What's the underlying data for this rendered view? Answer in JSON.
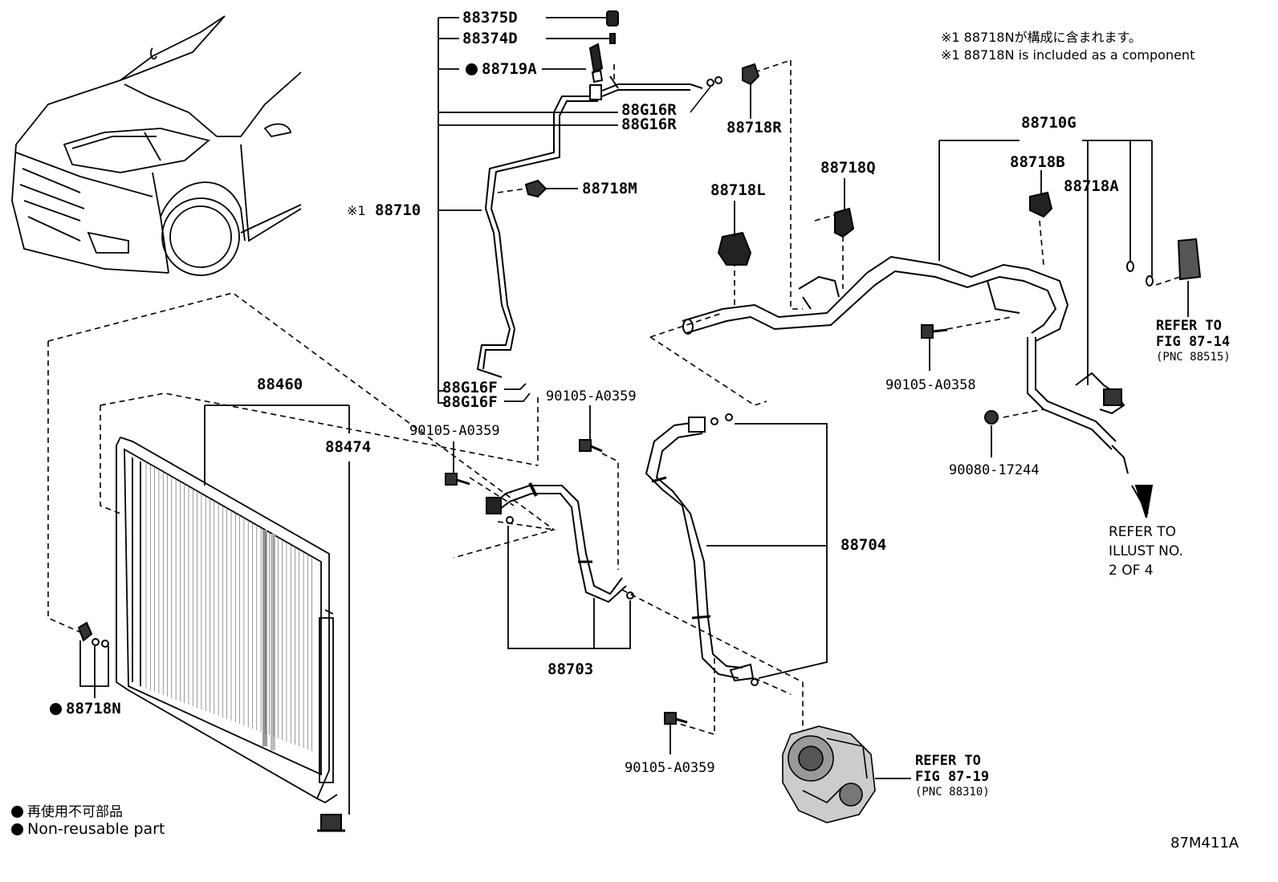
{
  "figure_code": "87M411A",
  "notes": {
    "line1": "※1 88718Nが構成に含まれます。",
    "line2": "※1 88718N is included as a component"
  },
  "legend": {
    "ja": "再使用不可部品",
    "en": "Non-reusable part"
  },
  "parts": {
    "p88375D": "88375D",
    "p88374D": "88374D",
    "p88719A": "88719A",
    "p88G16R_1": "88G16R",
    "p88G16R_2": "88G16R",
    "p88718R": "88718R",
    "p88718M": "88718M",
    "p88710_prefix": "※1",
    "p88710": "88710",
    "p88G16F_1": "88G16F",
    "p88G16F_2": "88G16F",
    "p90105_a": "90105-A0359",
    "p90105_b": "90105-A0359",
    "p90105_c": "90105-A0359",
    "p90105_d": "90105-A0358",
    "p88710G": "88710G",
    "p88718B": "88718B",
    "p88718A": "88718A",
    "p88718Q": "88718Q",
    "p88718L": "88718L",
    "p88460": "88460",
    "p88474": "88474",
    "p88718N": "88718N",
    "p88703": "88703",
    "p88704": "88704",
    "p90080": "90080-17244"
  },
  "references": {
    "fig8714": {
      "l1": "REFER TO",
      "l2": "FIG 87-14",
      "l3": "(PNC 88515)"
    },
    "illust": {
      "l1": "REFER TO",
      "l2": "ILLUST NO.",
      "l3": "2 OF 4"
    },
    "fig8719": {
      "l1": "REFER TO",
      "l2": "FIG 87-19",
      "l3": "(PNC 88310)"
    }
  }
}
